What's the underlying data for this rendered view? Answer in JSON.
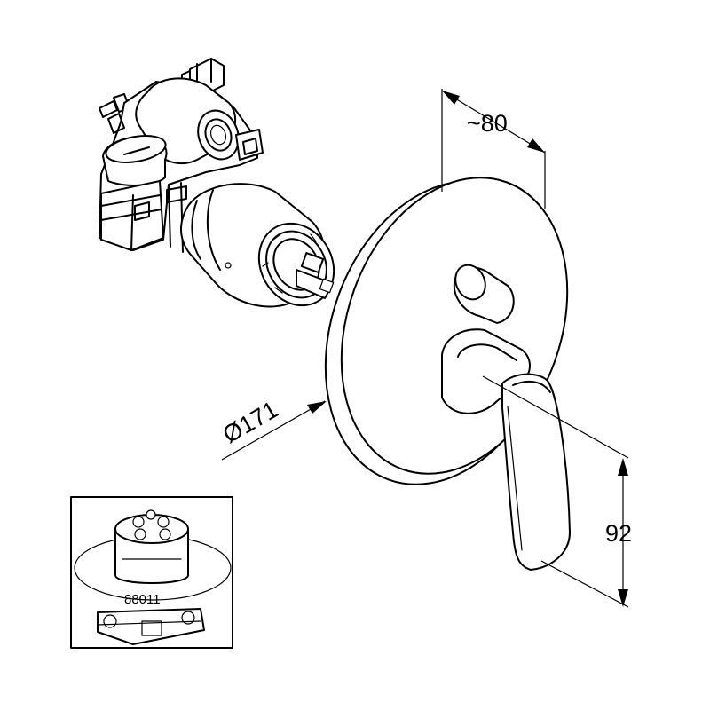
{
  "dimensions": {
    "depth": "~80",
    "diameter": "Ø171",
    "lever_height": "92"
  },
  "inset": {
    "part_number": "88011"
  }
}
